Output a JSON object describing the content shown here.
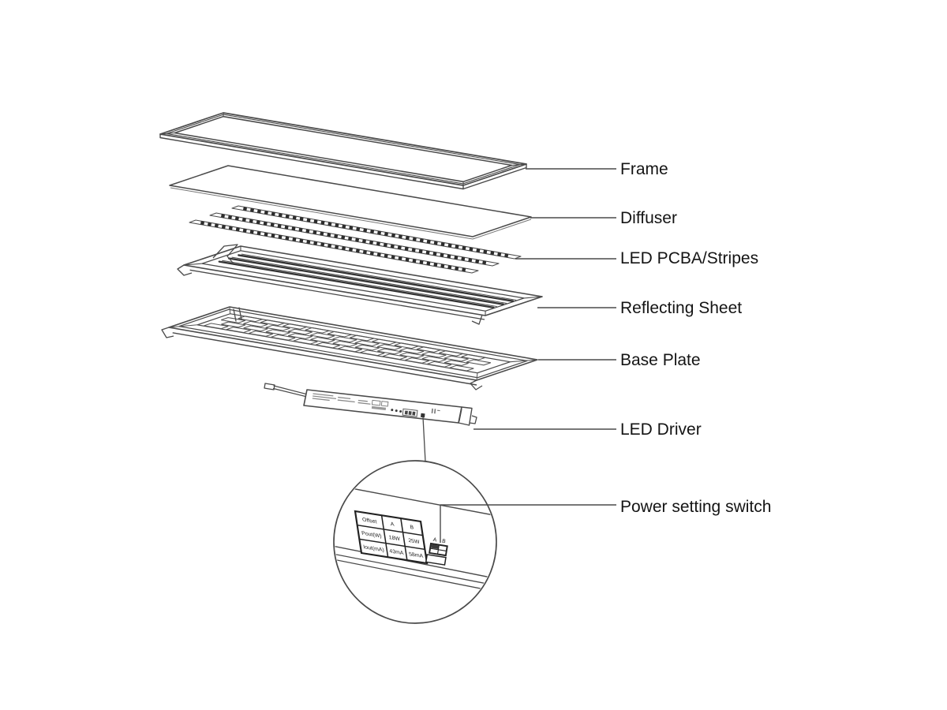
{
  "diagram": {
    "components": [
      {
        "id": "frame",
        "label": "Frame"
      },
      {
        "id": "diffuser",
        "label": "Diffuser"
      },
      {
        "id": "led-pcba-stripes",
        "label": "LED PCBA/Stripes"
      },
      {
        "id": "reflecting-sheet",
        "label": "Reflecting Sheet"
      },
      {
        "id": "base-plate",
        "label": "Base Plate"
      },
      {
        "id": "led-driver",
        "label": "LED Driver"
      },
      {
        "id": "power-setting-switch",
        "label": "Power setting switch"
      }
    ]
  },
  "magnifier": {
    "table": {
      "headers": [
        "Offset",
        "A",
        "B"
      ],
      "rows": [
        [
          "Pout(W)",
          "18W",
          "25W"
        ],
        [
          "Iout(mA)",
          "43mA",
          "58mA"
        ]
      ]
    },
    "switch_labels": {
      "a": "A",
      "b": "B"
    }
  },
  "colors": {
    "background": "#ffffff",
    "line": "#4a4a4a",
    "dark_line": "#222222",
    "chip": "#2d2d2d",
    "light_mark": "#8a8a8a"
  }
}
